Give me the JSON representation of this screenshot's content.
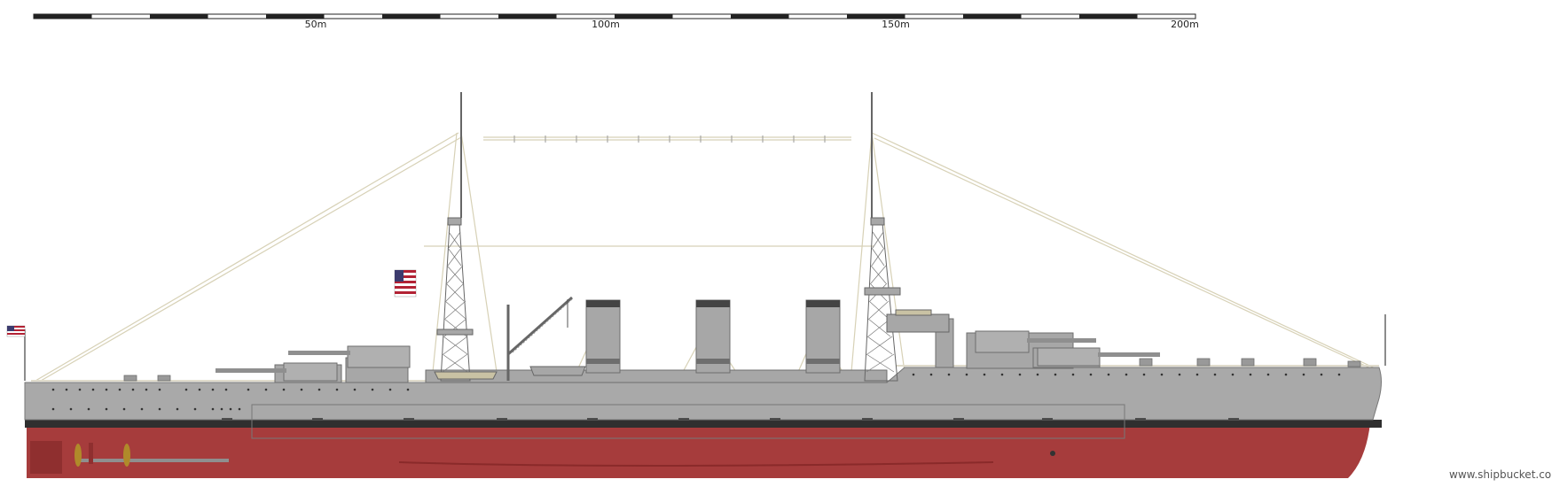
{
  "scale_bar": {
    "labels": [
      "50m",
      "100m",
      "150m",
      "200m"
    ]
  },
  "credit": "www.shipbucket.com",
  "colors": {
    "hull_upper": "#a9a9a9",
    "hull_lower": "#a63c3c",
    "boot_top": "#2f2f2f",
    "superstructure": "#a7a7a7",
    "deck_line": "#e0dccc",
    "rigging": "#d7d1b6",
    "propeller": "#b08a2a",
    "scale_dark": "#222222"
  }
}
